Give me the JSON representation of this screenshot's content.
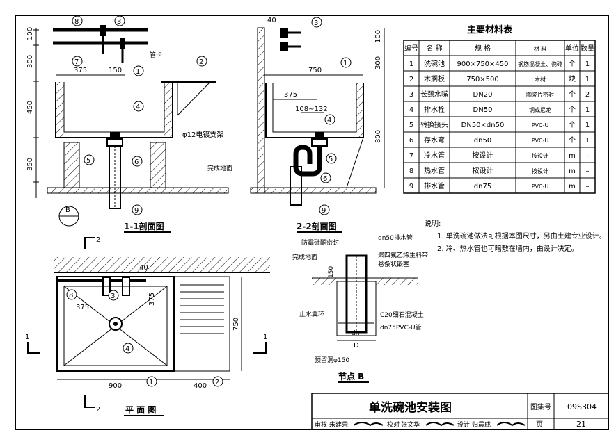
{
  "material_table": {
    "title": "主要材料表",
    "headers": [
      "编号",
      "名 称",
      "规 格",
      "材 料",
      "单位",
      "数量"
    ],
    "rows": [
      [
        "1",
        "洗碗池",
        "900×750×450",
        "钢筋混凝土、瓷砖",
        "个",
        "1"
      ],
      [
        "2",
        "木搁板",
        "750×500",
        "木材",
        "块",
        "1"
      ],
      [
        "3",
        "长颈水嘴",
        "DN20",
        "陶瓷片密封",
        "个",
        "2"
      ],
      [
        "4",
        "排水栓",
        "DN50",
        "铜或尼龙",
        "个",
        "1"
      ],
      [
        "5",
        "转换接头",
        "DN50×dn50",
        "PVC-U",
        "个",
        "1"
      ],
      [
        "6",
        "存水弯",
        "dn50",
        "PVC-U",
        "个",
        "1"
      ],
      [
        "7",
        "冷水管",
        "按设计",
        "按设计",
        "m",
        "–"
      ],
      [
        "8",
        "热水管",
        "按设计",
        "按设计",
        "m",
        "–"
      ],
      [
        "9",
        "排水管",
        "dn75",
        "PVC-U",
        "m",
        "–"
      ]
    ]
  },
  "notes": {
    "title": "说明:",
    "items": [
      "1. 单洗碗池做法可根据本图尺寸，另由土建专业设计。",
      "2. 冷、热水管也可暗敷在墙内，由设计决定。"
    ]
  },
  "views": {
    "section_1": "1-1剖面图",
    "section_2": "2-2剖面图",
    "plan": "平 面 图",
    "node_b": "节点 B"
  },
  "labels": {
    "pipe_clip": "管卡",
    "bracket": "φ12电镀支架",
    "floor": "完成地面",
    "dn50": "dn50排水管",
    "sealant": "防霉硅酮密封",
    "floor2": "完成地面",
    "ptfe": "聚四氟乙烯生料带",
    "ptfe2": "卷条状嵌塞",
    "water_ring": "止水翼环",
    "concrete": "C20细石混凝土",
    "pvc": "dn75PVC-U管",
    "hole": "预留洞φ150",
    "D": "D",
    "dn": "dn",
    "B": "B"
  },
  "dims": {
    "s1_100": "100",
    "s1_300": "300",
    "s1_375": "375",
    "s1_150": "150",
    "s1_450": "450",
    "s1_350": "350",
    "s2_40": "40",
    "s2_100": "100",
    "s2_750": "750",
    "s2_300": "300",
    "s2_375": "375",
    "s2_range": "108~132",
    "s2_800": "800",
    "p_40": "40",
    "p_375a": "375",
    "p_375b": "375",
    "p_750": "750",
    "p_900": "900",
    "p_400": "400",
    "cut_1": "1",
    "cut_2": "2",
    "dim_150": "150"
  },
  "callouts": [
    "1",
    "2",
    "3",
    "4",
    "5",
    "6",
    "7",
    "8",
    "9"
  ],
  "title_block": {
    "title": "单洗碗池安装图",
    "atlas_label": "图集号",
    "atlas_no": "09S304",
    "page_label": "页",
    "page_no": "21",
    "review": "审核",
    "reviewer": "朱建荣",
    "check": "校对",
    "checker": "张文华",
    "design": "设计",
    "designer": "归晨成"
  }
}
